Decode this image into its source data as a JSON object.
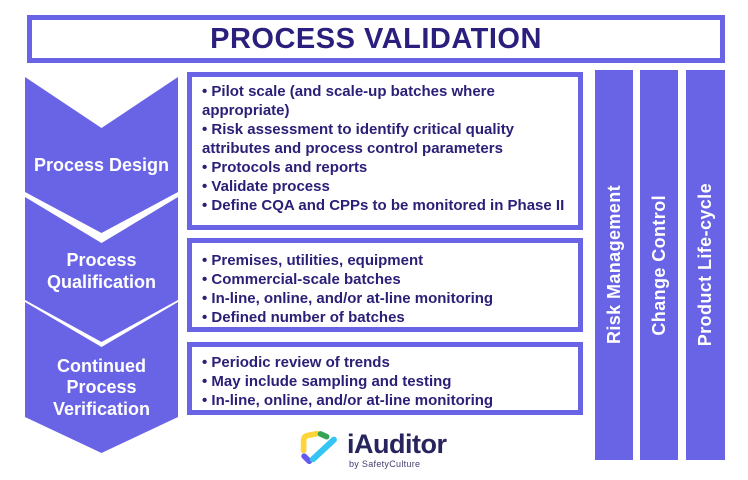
{
  "title": "PROCESS VALIDATION",
  "stages": [
    {
      "label": "Process Design"
    },
    {
      "label": "Process Qualification"
    },
    {
      "label": "Continued Process Verification"
    }
  ],
  "boxes": [
    {
      "bullets": [
        "• Pilot scale (and scale-up batches where appropriate)",
        "• Risk assessment to identify critical quality attributes and process control parameters",
        "• Protocols and reports",
        "• Validate process",
        "• Define CQA and CPPs to be monitored in Phase II"
      ]
    },
    {
      "bullets": [
        "• Premises, utilities, equipment",
        "• Commercial-scale batches",
        "• In-line, online, and/or at-line monitoring",
        "• Defined number of batches"
      ]
    },
    {
      "bullets": [
        "• Periodic review of trends",
        "• May include sampling and testing",
        "• In-line, online, and/or at-line monitoring"
      ]
    }
  ],
  "side_bars": [
    {
      "label": "Risk Management"
    },
    {
      "label": "Change Control"
    },
    {
      "label": "Product Life-cycle"
    }
  ],
  "logo": {
    "name": "iAuditor",
    "tagline": "by SafetyCulture"
  },
  "colors": {
    "purple": "#6963e6",
    "navy_text": "#2b2077",
    "title_navy": "#2b1f7e",
    "logo_yellow": "#ffd43b",
    "logo_green": "#35a254",
    "logo_cyan": "#35c5f4",
    "logo_purple": "#6559ef",
    "logo_navy": "#28245e"
  }
}
